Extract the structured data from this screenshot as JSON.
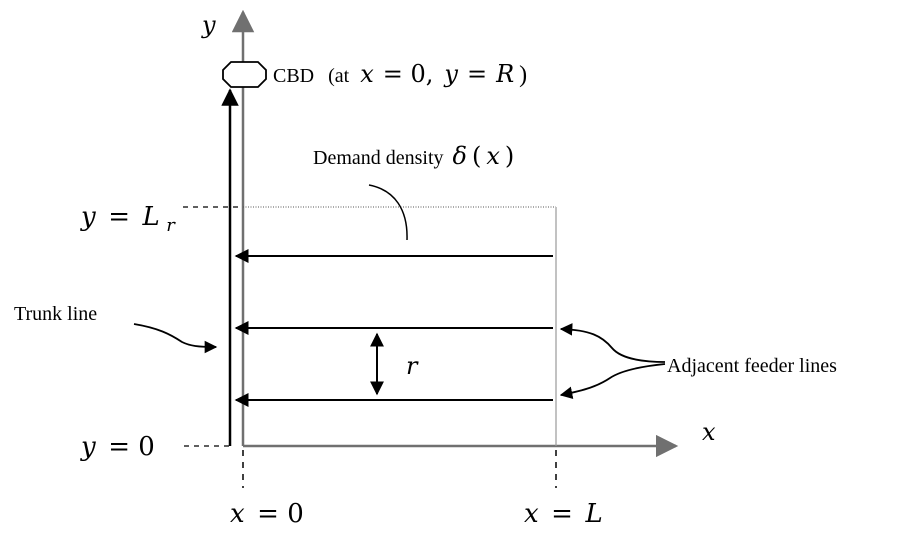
{
  "axes": {
    "y_label": "y",
    "x_label": "x"
  },
  "cbd": {
    "label_text": "CBD",
    "label_paren_open": "(at",
    "eq1_var": "x",
    "eq1_rest": "= 0,",
    "eq2_var": "y",
    "eq2_eq": "=",
    "eq2_val": "R",
    "label_paren_close": ")"
  },
  "demand": {
    "label_text": "Demand density",
    "symbol": "δ",
    "arg_open": "(",
    "arg": "x",
    "arg_close": ")"
  },
  "trunk": {
    "label": "Trunk line"
  },
  "feeder": {
    "label": "Adjacent feeder lines"
  },
  "spacing": {
    "label": "r"
  },
  "y_ticks": {
    "top_var": "y",
    "top_eq": "=",
    "top_L": "L",
    "top_sub": "r",
    "bottom_var": "y",
    "bottom_rest": "= 0"
  },
  "x_ticks": {
    "left_var": "x",
    "left_rest": "= 0",
    "right_var": "x",
    "right_eq": "=",
    "right_L": "L"
  },
  "colors": {
    "axis": "#707070",
    "line": "#000000",
    "border": "#9a9a9a"
  }
}
